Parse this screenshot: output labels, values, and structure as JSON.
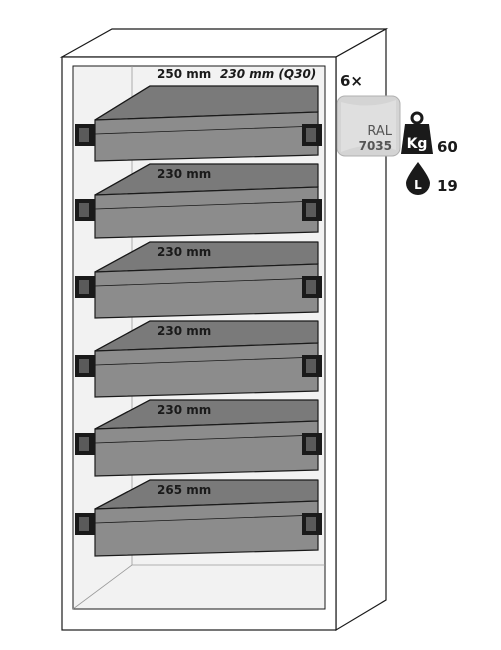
{
  "drawers": [
    {
      "label": "250 mm",
      "note": "230 mm (Q30)"
    },
    {
      "label": "230 mm"
    },
    {
      "label": "230 mm"
    },
    {
      "label": "230 mm"
    },
    {
      "label": "230 mm"
    },
    {
      "label": "265 mm"
    }
  ],
  "quantity": "6×",
  "color_swatch": {
    "line1": "RAL",
    "line2": "7035",
    "color": "#d4d4d4"
  },
  "load_weight": {
    "icon_text": "Kg",
    "value": "60"
  },
  "capacity": {
    "icon_text": "L",
    "value": "19"
  },
  "colors": {
    "drawer_front": "#8c8c8c",
    "drawer_top": "#7a7a7a",
    "cabinet_inner": "#f2f2f2",
    "outline": "#1a1a1a"
  }
}
